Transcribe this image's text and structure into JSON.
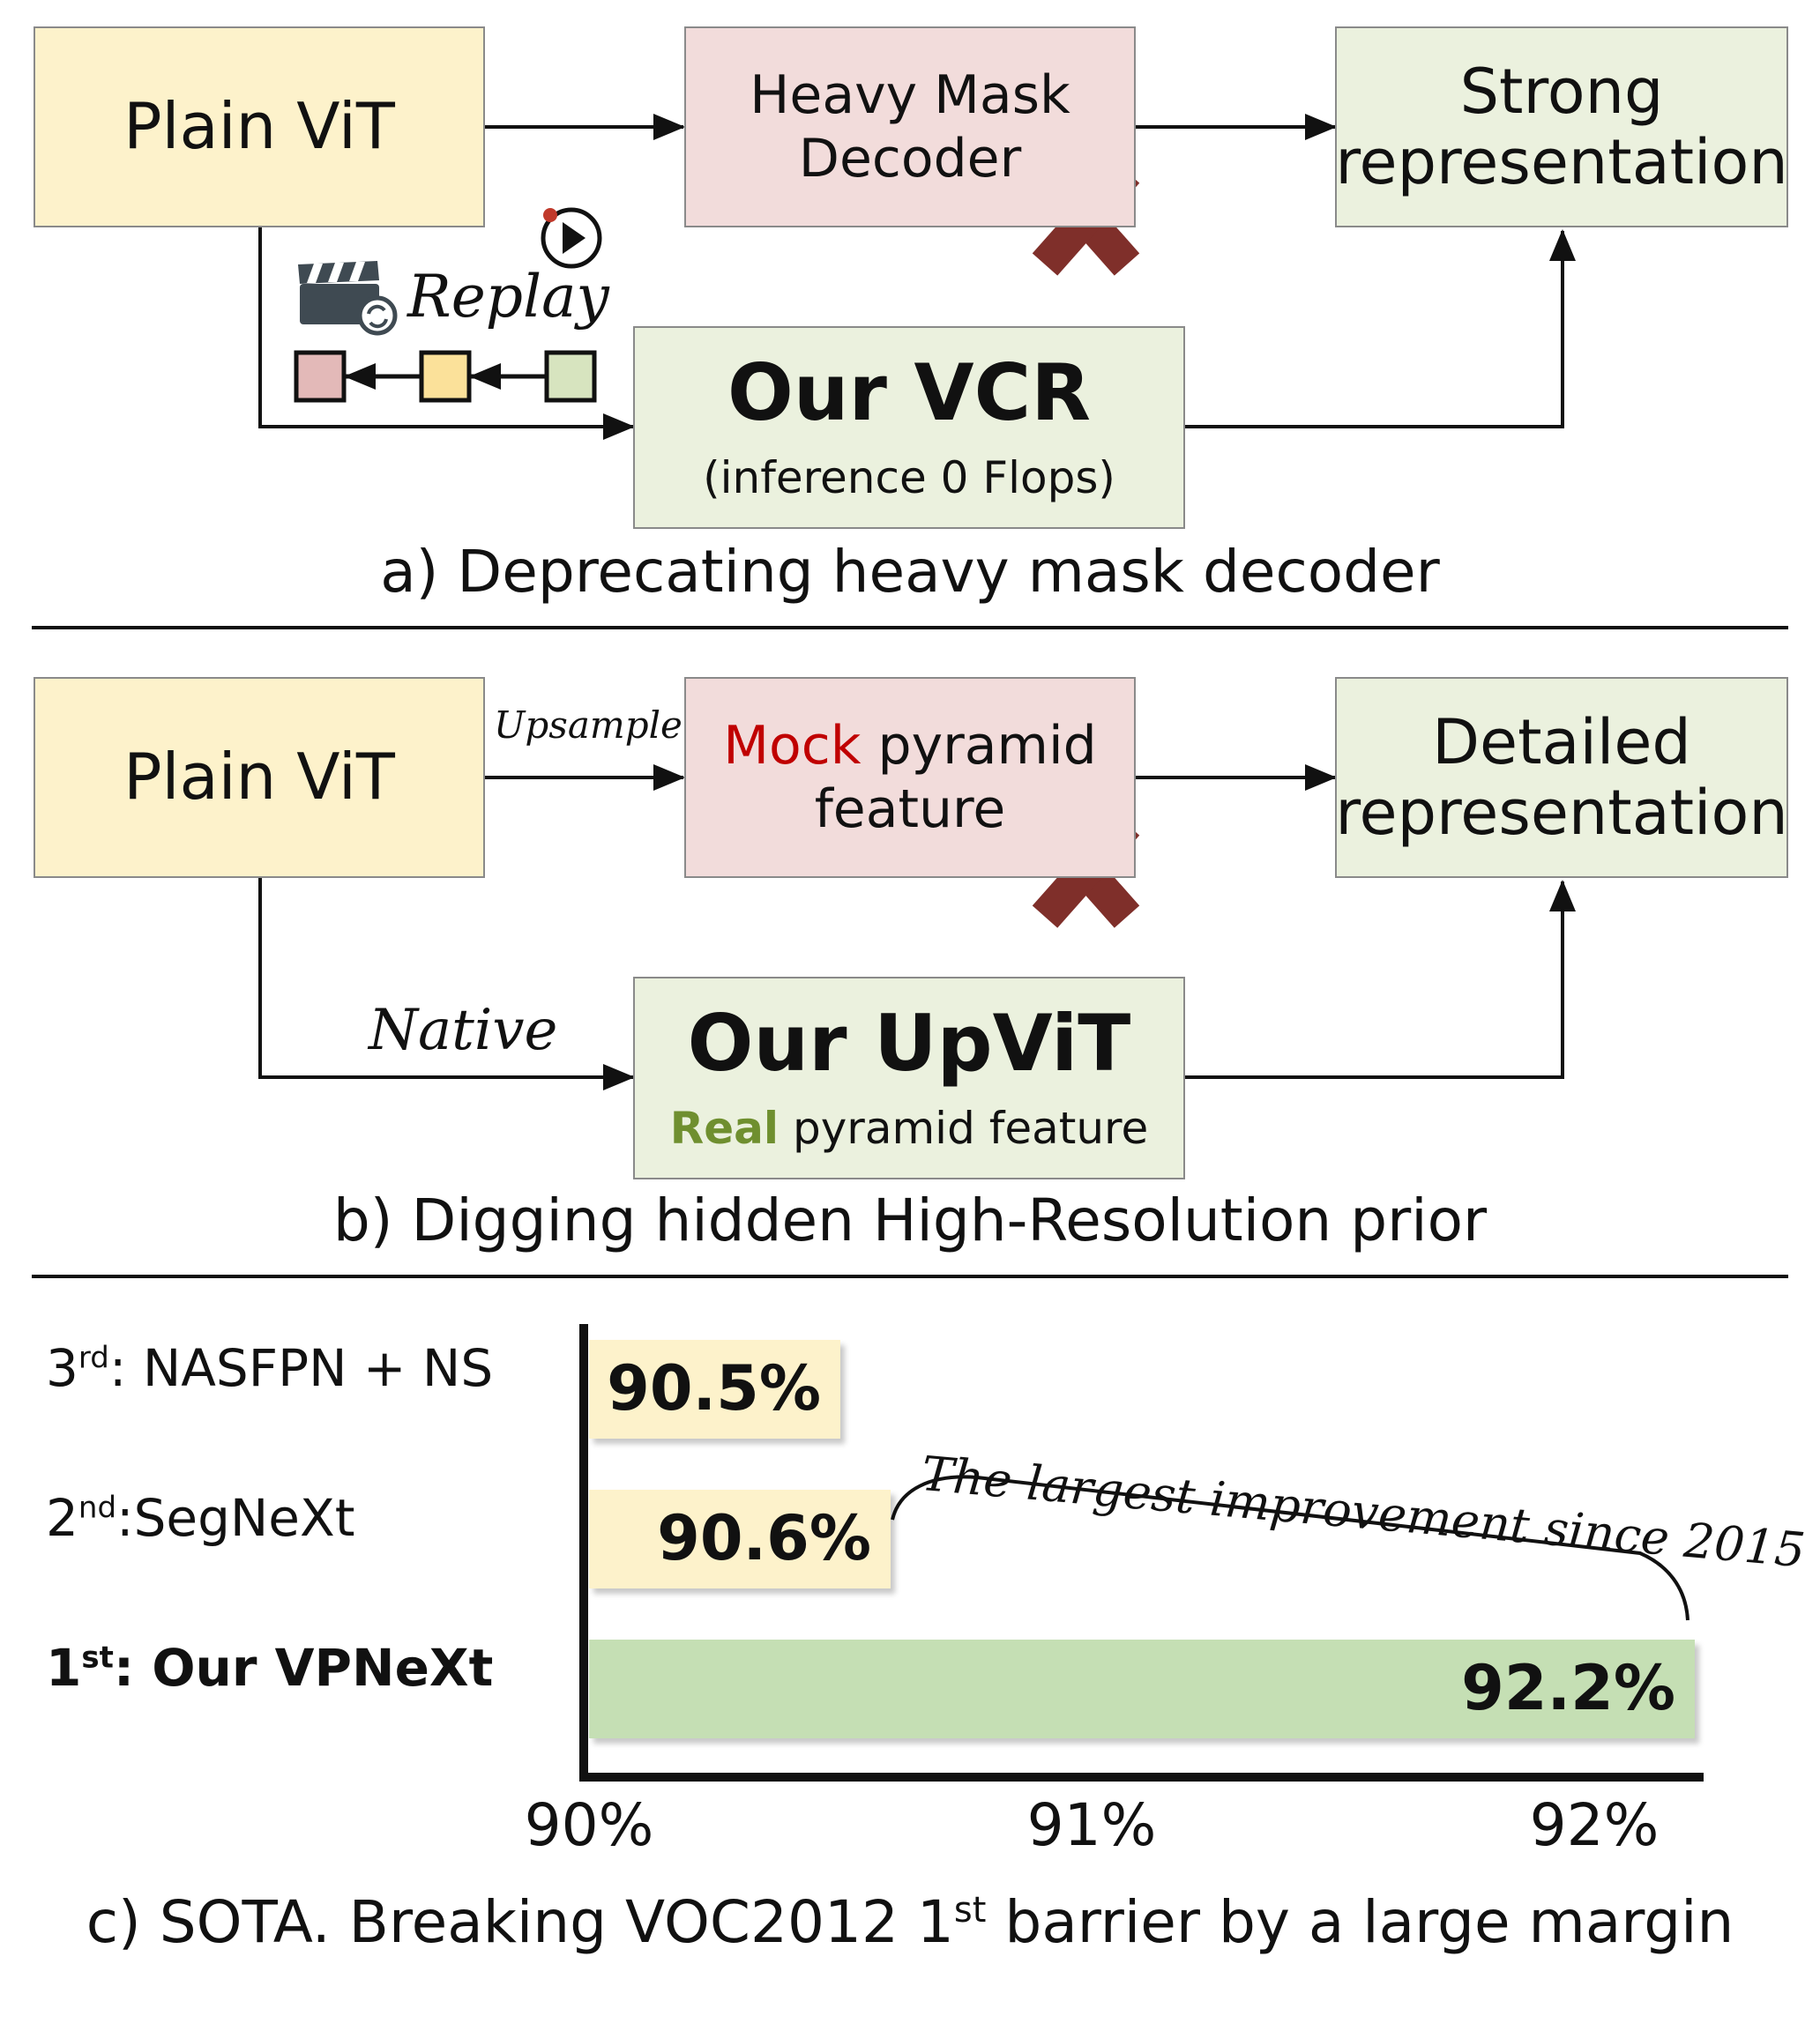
{
  "section_a": {
    "plain_vit": "Plain ViT",
    "decoder_line1": "Heavy Mask",
    "decoder_line2": "Decoder",
    "output_line1": "Strong",
    "output_line2": "representation",
    "replay": "Replay",
    "ours_title": "Our VCR",
    "ours_sub": "(inference 0 Flops)",
    "caption": "a) Deprecating heavy mask decoder"
  },
  "section_b": {
    "plain_vit": "Plain ViT",
    "upsample": "Upsample",
    "mock_word": "Mock",
    "mock_rest": " pyramid",
    "mock_line2": "feature",
    "output_line1": "Detailed",
    "output_line2": "representation",
    "native": "Native",
    "ours_title": "Our UpViT",
    "real_word": "Real",
    "real_rest": " pyramid feature",
    "caption": "b) Digging hidden High-Resolution prior"
  },
  "section_c": {
    "ranks": [
      {
        "place": "3",
        "suffix": "rd",
        "name": ": NASFPN + NS"
      },
      {
        "place": "2",
        "suffix": "nd",
        "name": ":SegNeXt"
      },
      {
        "place": "1",
        "suffix": "st",
        "name": ": Our VPNeXt"
      }
    ],
    "annotation": "The largest improvement since 2015",
    "caption_pre": "c) SOTA. Breaking VOC2012 1",
    "caption_sup": "st",
    "caption_post": " barrier by a large margin"
  },
  "colors": {
    "yellow": "#fdf2cb",
    "red": "#f2dcdb",
    "green": "#ebf1de",
    "bar_green": "#c5dfb4",
    "cross": "#7f2f2a",
    "mock_red": "#c00000",
    "real_green": "#6f8f2f"
  },
  "chart_data": {
    "type": "bar",
    "orientation": "horizontal",
    "categories": [
      "3rd: NASFPN + NS",
      "2nd:SegNeXt",
      "1st: Our VPNeXt"
    ],
    "values": [
      90.5,
      90.6,
      92.2
    ],
    "value_labels": [
      "90.5%",
      "90.6%",
      "92.2%"
    ],
    "xlim": [
      90,
      92.2
    ],
    "xticks": [
      90,
      91,
      92
    ],
    "xtick_labels": [
      "90%",
      "91%",
      "92%"
    ],
    "bar_colors": [
      "#fdf2cb",
      "#fdf2cb",
      "#c5dfb4"
    ],
    "grid": false
  }
}
